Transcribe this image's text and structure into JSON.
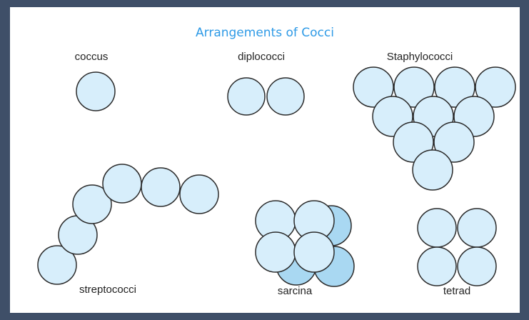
{
  "diagram": {
    "title": "Arrangements of Cocci",
    "labels": {
      "coccus": "coccus",
      "diplococci": "diplococci",
      "staphylococci": "Staphylococci",
      "streptococci": "streptococci",
      "sarcina": "sarcina",
      "tetrad": "tetrad"
    },
    "colors": {
      "frame": "#3f4f68",
      "title": "#2e9ae6",
      "cell_fill": "#d7eefb",
      "cell_fill_back": "#a9d8f2",
      "cell_outline": "#2b2b2b"
    }
  }
}
